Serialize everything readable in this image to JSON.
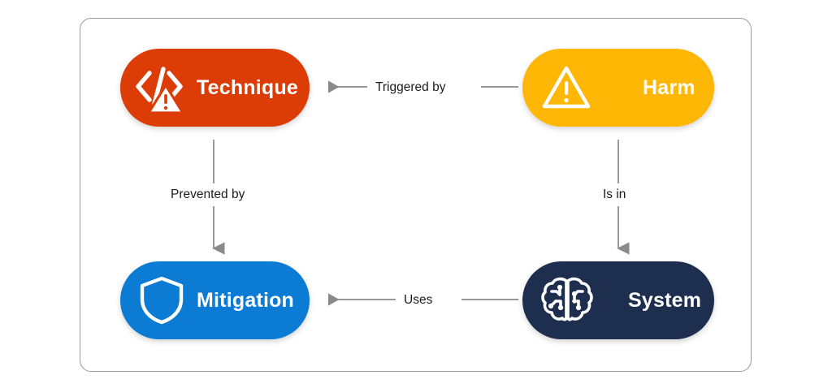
{
  "diagram": {
    "title": "AI risk relationship diagram",
    "background_color": "#ffffff",
    "frame_border_color": "#9b9b9b",
    "nodes": [
      {
        "id": "technique",
        "label": "Technique",
        "icon": "code-warning-icon",
        "color": "#DC3C06",
        "text_color": "#ffffff"
      },
      {
        "id": "harm",
        "label": "Harm",
        "icon": "warning-triangle-icon",
        "color": "#FFB706",
        "text_color": "#ffffff"
      },
      {
        "id": "mitigation",
        "label": "Mitigation",
        "icon": "shield-icon",
        "color": "#0B7BD4",
        "text_color": "#ffffff"
      },
      {
        "id": "system",
        "label": "System",
        "icon": "brain-circuit-icon",
        "color": "#1E2E4F",
        "text_color": "#ffffff"
      }
    ],
    "edges": [
      {
        "id": "harm-to-technique",
        "label": "Triggered by",
        "from": "harm",
        "to": "technique",
        "direction": "left",
        "color": "#8a8a8a"
      },
      {
        "id": "technique-to-mitigation",
        "label": "Prevented by",
        "from": "technique",
        "to": "mitigation",
        "direction": "down",
        "color": "#8a8a8a"
      },
      {
        "id": "harm-to-system",
        "label": "Is in",
        "from": "harm",
        "to": "system",
        "direction": "down",
        "color": "#8a8a8a"
      },
      {
        "id": "system-to-mitigation",
        "label": "Uses",
        "from": "system",
        "to": "mitigation",
        "direction": "left",
        "color": "#8a8a8a"
      }
    ]
  }
}
